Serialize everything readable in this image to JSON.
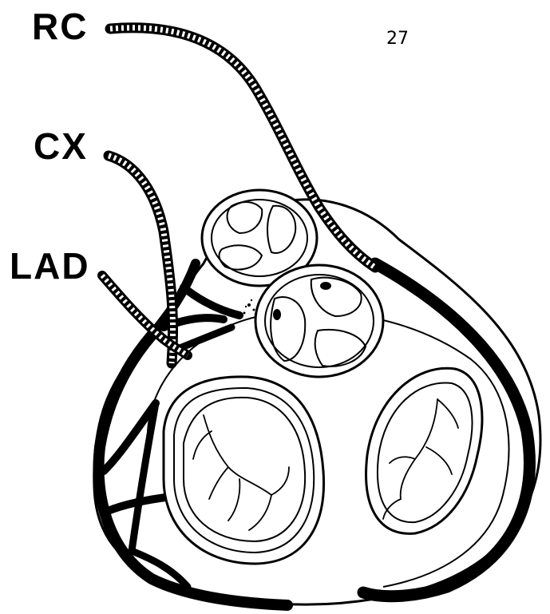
{
  "page": {
    "number": "27"
  },
  "labels": {
    "rc": "RC",
    "cx": "CX",
    "lad": "LAD"
  },
  "colors": {
    "ink": "#000000",
    "paper": "#ffffff"
  }
}
